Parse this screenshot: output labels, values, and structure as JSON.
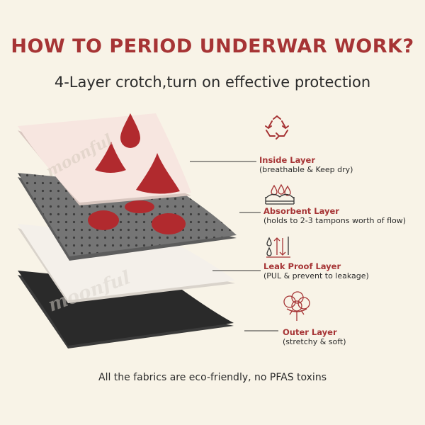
{
  "header": {
    "title": "HOW TO PERIOD UNDERWAR WORK?",
    "subtitle": "4-Layer crotch,turn on effective protection"
  },
  "layers": [
    {
      "name": "Inside Layer",
      "description": "(breathable & Keep dry)",
      "icon": "recycle-icon"
    },
    {
      "name": "Absorbent Layer",
      "description": "(holds to 2-3 tampons worth of flow)",
      "icon": "absorbent-wave-icon"
    },
    {
      "name": "Leak Proof Layer",
      "description": "(PUL & prevent to leakage)",
      "icon": "leak-proof-icon"
    },
    {
      "name": "Outer Layer",
      "description": "(stretchy & soft)",
      "icon": "cotton-flower-icon"
    }
  ],
  "watermark": "moonful",
  "footer": {
    "note": "All the fabrics are eco-friendly, no PFAS toxins"
  },
  "colors": {
    "accent": "#a63435",
    "background": "#f8f3e7",
    "inside_layer": "#f7e6e0",
    "absorbent_layer": "#757575",
    "leak_proof_layer": "#f4f0ea",
    "outer_layer": "#2a2a2a",
    "blood": "#b12a2e"
  }
}
